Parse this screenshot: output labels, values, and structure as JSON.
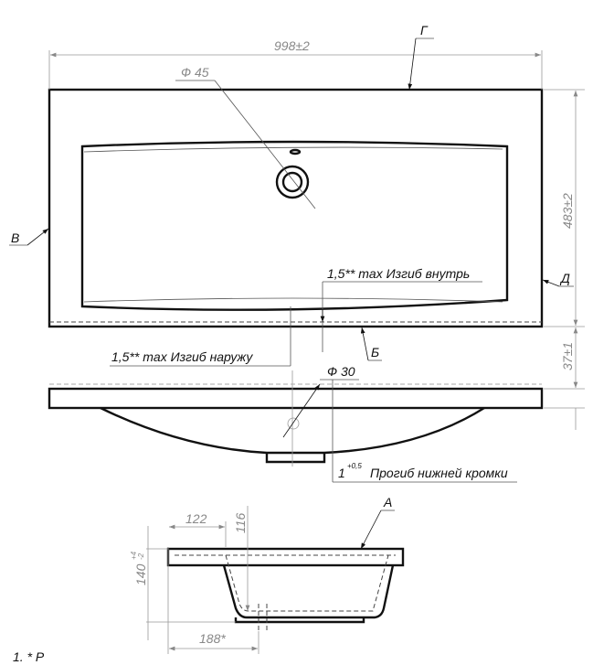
{
  "dimensions": {
    "width": "998±2",
    "depth": "483±2",
    "thickness": "37±1",
    "drain_diameter": "Ф 45",
    "drain_bottom_diameter": "Ф 30",
    "section_offset": "122",
    "section_depth": "116",
    "section_height": "140",
    "section_height_tol_upper": "+4",
    "section_height_tol_lower": "-2",
    "section_drain_offset": "188*"
  },
  "annotations": {
    "bend_inward": "1,5** max Изгиб внутрь",
    "bend_outward": "1,5** max Изгиб наружу",
    "sag_value": "1",
    "sag_tolerance": "+0,5",
    "sag_label": "Прогиб нижней кромки"
  },
  "views": {
    "label_a": "А",
    "label_b": "Б",
    "label_v": "В",
    "label_g": "Г",
    "label_d": "Д"
  },
  "notes": {
    "note_1": "1. * Р"
  }
}
